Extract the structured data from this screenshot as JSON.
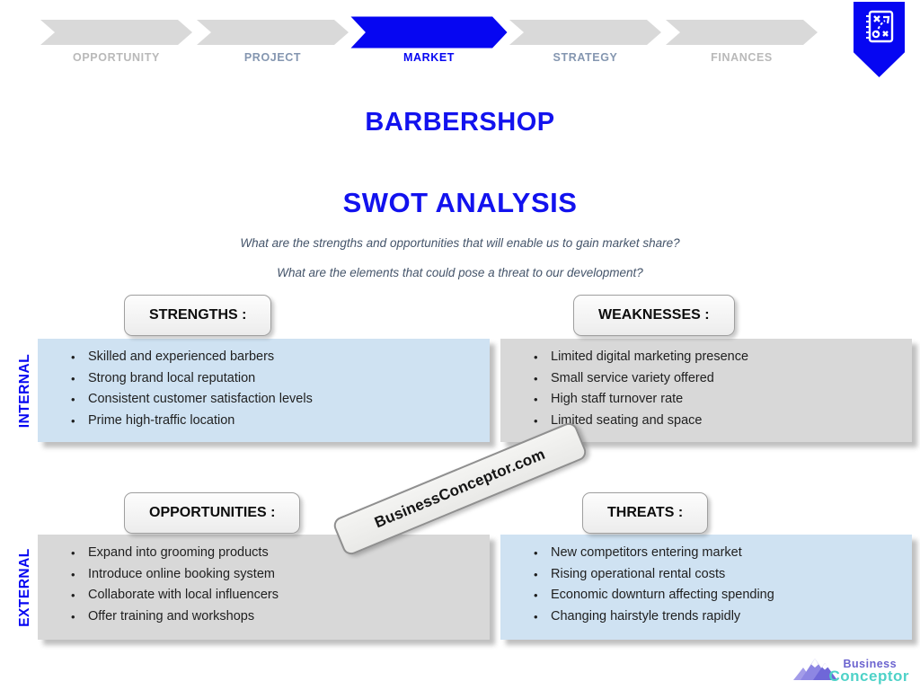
{
  "nav": {
    "steps": [
      {
        "label": "OPPORTUNITY",
        "active": false
      },
      {
        "label": "PROJECT",
        "active": false
      },
      {
        "label": "MARKET",
        "active": true
      },
      {
        "label": "STRATEGY",
        "active": false
      },
      {
        "label": "FINANCES",
        "active": false
      }
    ]
  },
  "titles": {
    "main": "BARBERSHOP",
    "subtitle": "SWOT ANALYSIS"
  },
  "questions": [
    "What are the strengths and opportunities that will enable us to gain market share?",
    "What are the elements that could pose a threat to our development?"
  ],
  "row_labels": {
    "internal": "INTERNAL",
    "external": "EXTERNAL"
  },
  "quadrants": {
    "strengths": {
      "title": "STRENGTHS :",
      "items": [
        "Skilled and experienced barbers",
        "Strong brand local reputation",
        "Consistent customer satisfaction levels",
        "Prime high-traffic location"
      ]
    },
    "weaknesses": {
      "title": "WEAKNESSES :",
      "items": [
        "Limited digital marketing presence",
        "Small service variety offered",
        "High staff turnover rate",
        "Limited seating and space"
      ]
    },
    "opportunities": {
      "title": "OPPORTUNITIES :",
      "items": [
        "Expand into grooming products",
        "Introduce online booking system",
        "Collaborate with local influencers",
        "Offer training and workshops"
      ]
    },
    "threats": {
      "title": "THREATS :",
      "items": [
        "New competitors entering market",
        "Rising operational rental costs",
        "Economic downturn affecting spending",
        "Changing hairstyle trends rapidly"
      ]
    }
  },
  "watermark": "BusinessConceptor.com",
  "logo": {
    "line1": "Business",
    "line2": "Conceptor"
  },
  "icons": {
    "bookmark": "strategy-plan-icon",
    "logo": "mountains-icon"
  },
  "colors": {
    "accent_blue": "#0606F2",
    "title_blue": "#1212EE",
    "light_blue_box": "#CFE2F2",
    "gray_box": "#D8D8D8",
    "inactive_step": "#B9B9B9",
    "slate_step": "#8496B0",
    "question_text": "#44546A",
    "logo_purple": "#6B63CF",
    "logo_teal": "#4ED2C8"
  }
}
